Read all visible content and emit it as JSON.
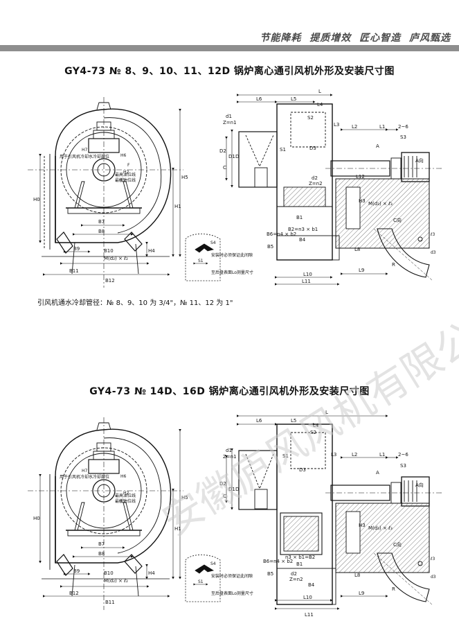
{
  "header": {
    "slogans": [
      "节能降耗",
      "提质增效",
      "匠心智造",
      "庐风甄选"
    ]
  },
  "section1": {
    "title": "GY4-73 № 8、9、10、11、12D 锅炉离心通引风机外形及安装尺寸图",
    "note": "引风机通水冷却管径：№ 8、9、10 为 3/4\"，№ 11、12 为 1\"",
    "front_labels": [
      "H7",
      "H6",
      "H5",
      "H3",
      "H2",
      "H1",
      "H0",
      "H4",
      "B7",
      "B8",
      "B9",
      "B10",
      "B11",
      "B12",
      "M(d₂) × ℓ₂",
      "F"
    ],
    "callouts": [
      "用于引风机冷却水冷却部位",
      "最高油位线",
      "最低油位线"
    ],
    "side_labels": [
      "L",
      "L6",
      "L5",
      "L4",
      "S2",
      "d1",
      "Z=n1",
      "L3",
      "L2",
      "L1",
      "2~6",
      "S3",
      "S1",
      "D2",
      "D1",
      "D",
      "C",
      "D3",
      "A",
      "d2",
      "Z=n2",
      "L12",
      "H3",
      "M(d₃) × ℓ₃",
      "B1",
      "B2=n3 × b1",
      "B6=n4 × b2",
      "B5",
      "B4",
      "L8",
      "L10",
      "L11",
      "L9",
      "A向",
      "C向",
      "ℓ3",
      "d3",
      "R"
    ],
    "detail_labels": [
      "S4",
      "S1",
      "安装时必须保证此间隙",
      "至后盘表面Lo测量尺寸"
    ]
  },
  "section2": {
    "title": "GY4-73 № 14D、16D 锅炉离心通引风机外形及安装尺寸图",
    "front_labels": [
      "H7",
      "H6",
      "H5",
      "H3",
      "H2",
      "H1",
      "H0",
      "H4",
      "B7",
      "B8",
      "B9",
      "B10",
      "B11",
      "B12",
      "M(d₂) × ℓ₂"
    ],
    "callouts": [
      "用于引风机冷却水冷却部位",
      "最高油位线",
      "最低油位线"
    ],
    "side_labels": [
      "L",
      "L6",
      "L5",
      "L4",
      "S2",
      "d1",
      "Z=n1",
      "L3",
      "L2",
      "L1",
      "2~6",
      "S3",
      "S1",
      "D2",
      "D1",
      "D",
      "C",
      "D3",
      "A",
      "d2",
      "Z=n2",
      "H3",
      "M(d₃) × ℓ₃",
      "n3 × b1=B2",
      "B1",
      "B6=n4 × b2",
      "B5",
      "B4",
      "L8",
      "L10",
      "L11",
      "L9",
      "A向",
      "C向",
      "ℓ3",
      "d3",
      "R"
    ],
    "detail_labels": [
      "S4",
      "S1",
      "安装时必须保证此间隙",
      "至后盘表面Lo测量尺寸"
    ]
  },
  "watermark": "安徽庐风风机有限公司"
}
